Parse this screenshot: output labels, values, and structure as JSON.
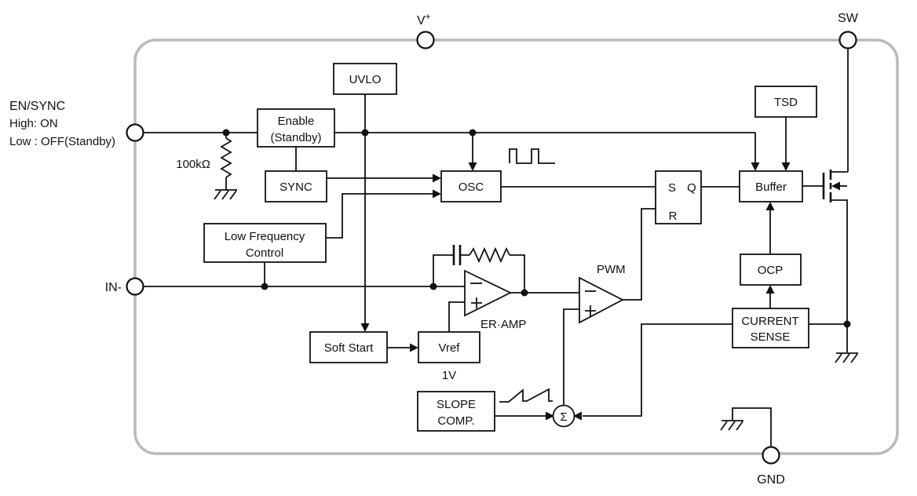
{
  "colors": {
    "line": "#111111",
    "boundary": "#bababa",
    "background": "#ffffff"
  },
  "icons": {
    "clock_pulse": "square-wave",
    "slope_ramp": "sawtooth-wave",
    "summing_node": "sigma-circle"
  },
  "pins": {
    "en_sync": {
      "label": "EN/SYNC",
      "note_high": "High: ON",
      "note_low": "Low : OFF(Standby)"
    },
    "in_minus": {
      "label": "IN-"
    },
    "vplus": {
      "base": "V",
      "sup": "+"
    },
    "sw": {
      "label": "SW"
    },
    "gnd": {
      "label": "GND"
    }
  },
  "blocks": {
    "uvlo": {
      "label": "UVLO"
    },
    "enable": {
      "line1": "Enable",
      "line2": "(Standby)"
    },
    "sync": {
      "label": "SYNC"
    },
    "lfc": {
      "line1": "Low Frequency",
      "line2": "Control"
    },
    "osc": {
      "label": "OSC"
    },
    "tsd": {
      "label": "TSD"
    },
    "buffer": {
      "label": "Buffer"
    },
    "ocp": {
      "label": "OCP"
    },
    "current_sense": {
      "line1": "CURRENT",
      "line2": "SENSE"
    },
    "soft_start": {
      "label": "Soft Start"
    },
    "vref": {
      "label": "Vref",
      "value": "1V"
    },
    "slope_comp": {
      "line1": "SLOPE",
      "line2": "COMP."
    }
  },
  "amps": {
    "er_amp": {
      "label": "ER·AMP"
    },
    "pwm": {
      "label": "PWM"
    }
  },
  "latch": {
    "s": "S",
    "q": "Q",
    "r": "R"
  },
  "labels": {
    "resistor": "100kΩ",
    "sigma": "Σ"
  }
}
